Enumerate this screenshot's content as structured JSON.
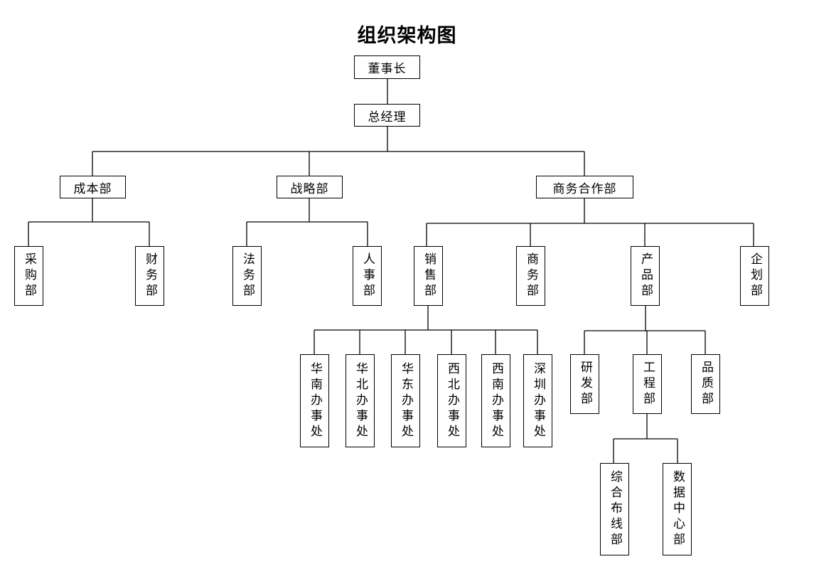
{
  "title": "组织架构图",
  "nodes": {
    "chairman": "董事长",
    "gm": "总经理",
    "cost": "成本部",
    "strategy": "战略部",
    "bizcoop": "商务合作部",
    "purchase": "采购部",
    "finance": "财务部",
    "legal": "法务部",
    "hr": "人事部",
    "sales": "销售部",
    "business": "商务部",
    "product": "产品部",
    "planning": "企划部",
    "south_china": "华南办事处",
    "north_china": "华北办事处",
    "east_china": "华东办事处",
    "northwest": "西北办事处",
    "southwest": "西南办事处",
    "shenzhen": "深圳办事处",
    "rnd": "研发部",
    "engineering": "工程部",
    "quality": "品质部",
    "cabling": "综合布线部",
    "datacenter": "数据中心部"
  }
}
